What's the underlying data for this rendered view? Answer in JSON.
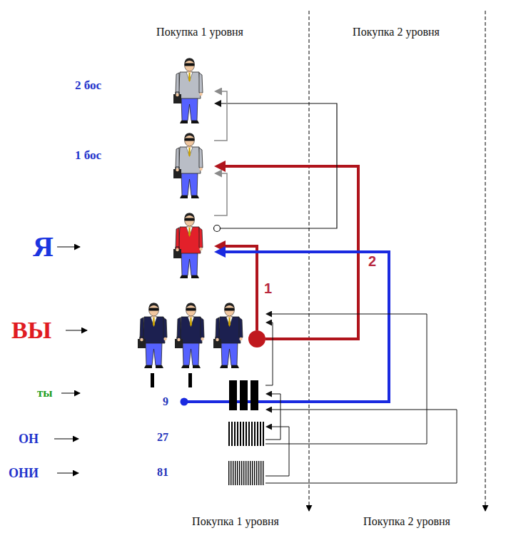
{
  "diagram": {
    "nodes": [
      {
        "text": [
          "2 бос"
        ]
      },
      {
        "text": [
          "1 бос"
        ]
      },
      {
        "text": [
          "Я"
        ]
      },
      {
        "text": [
          "ВЫ"
        ]
      },
      {
        "text": [
          "ты",
          "9"
        ]
      },
      {
        "text": [
          "ОН",
          "27"
        ]
      },
      {
        "text": [
          "ОНИ",
          "81"
        ]
      }
    ],
    "edges": [
      {
        "from": 3,
        "to": 2,
        "arrow": "to",
        "label": "1"
      },
      {
        "from": 3,
        "to": 1,
        "arrow": "to",
        "label": "2"
      },
      {
        "from": 4,
        "to": 2,
        "arrow": "to"
      },
      {
        "from": 2,
        "to": 0,
        "arrow": "to"
      },
      {
        "from": 2,
        "to": 1,
        "arrow": "to"
      },
      {
        "from": 1,
        "to": 0,
        "arrow": "to"
      },
      {
        "from": 4,
        "to": 3,
        "arrow": "to"
      },
      {
        "from": 5,
        "to": 4,
        "arrow": "to"
      },
      {
        "from": 6,
        "to": 5,
        "arrow": "to"
      },
      {
        "from": 5,
        "to": 3,
        "arrow": "to"
      },
      {
        "from": 6,
        "to": 4,
        "arrow": "to"
      }
    ],
    "labels": [
      "Покупка 1 уровня",
      "Покупка 2 уровня",
      "Покупка 1 уровня",
      "Покупка 2 уровня"
    ]
  }
}
